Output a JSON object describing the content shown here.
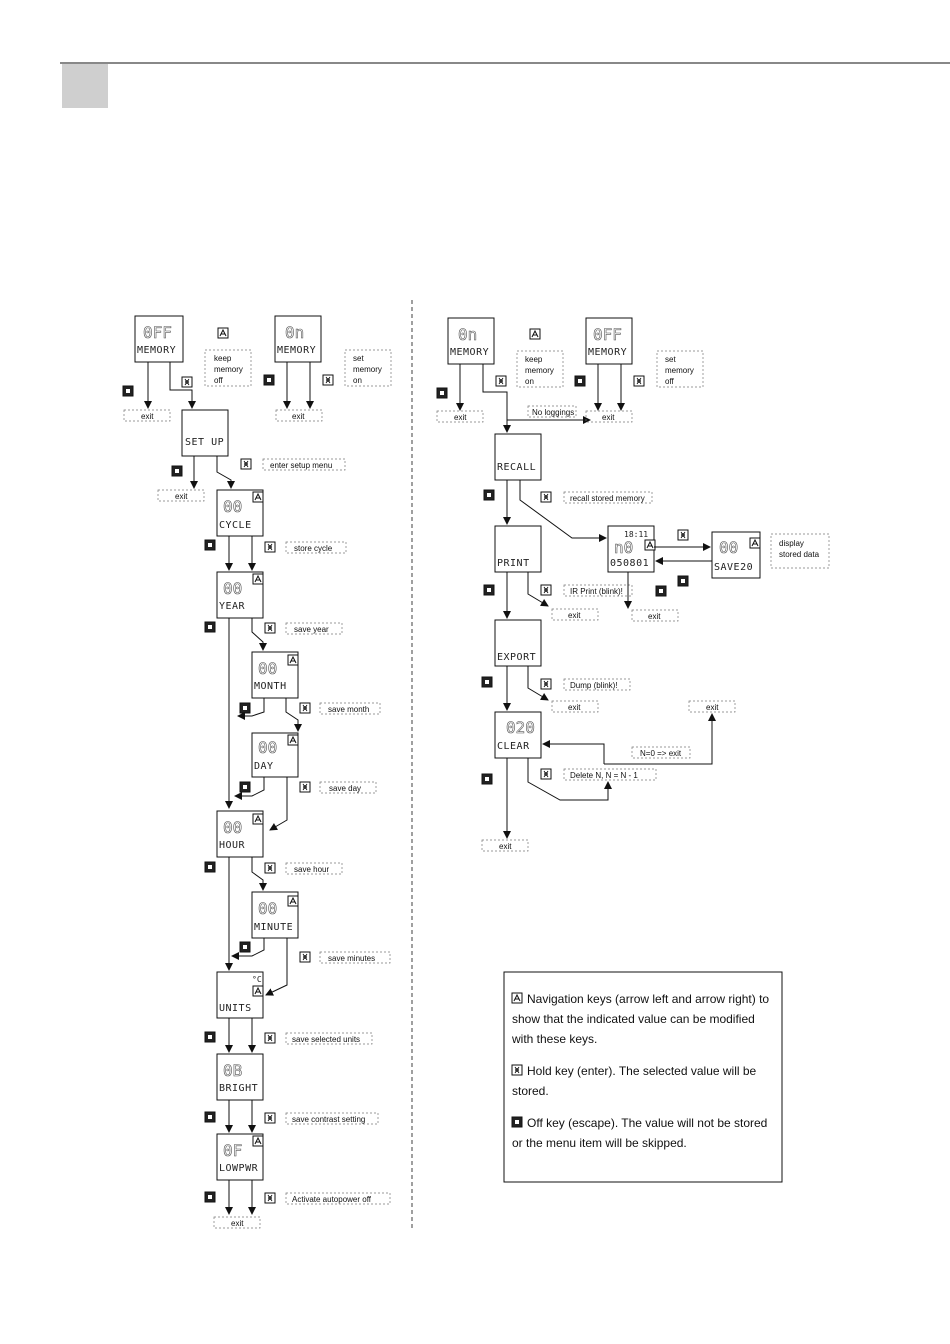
{
  "nodes": {
    "memory_off": "MEMORY",
    "memory_on": "MEMORY",
    "setup": "SET UP",
    "cycle": "CYCLE",
    "year": "YEAR",
    "month": "MONTH",
    "day": "DAY",
    "hour": "HOUR",
    "minute": "MINUTE",
    "units": "UNITS",
    "units_unit": "°C",
    "bright": "BRIGHT",
    "lowpwr": "LOWPWR",
    "memory_r1": "MEMORY",
    "memory_r2": "MEMORY",
    "recall": "RECALL",
    "print": "PRINT",
    "export": "EXPORT",
    "clear": "CLEAR",
    "log_time": "18:11",
    "log_date": "050801",
    "save20": "SAVE20"
  },
  "labels": {
    "keep_memory_off": [
      "keep",
      "memory",
      "off"
    ],
    "set_memory_on": [
      "set",
      "memory",
      "on"
    ],
    "keep_memory_on": [
      "keep",
      "memory",
      "on"
    ],
    "set_memory_off": [
      "set",
      "memory",
      "off"
    ],
    "exit": "exit",
    "enter_setup_menu": "enter setup menu",
    "store_cycle": "store cycle",
    "save_year": "save year",
    "save_month": "save month",
    "save_day": "save day",
    "save_hour": "save hour",
    "save_minutes": "save  minutes",
    "save_units": "save  selected units",
    "save_contrast": "save  contrast setting",
    "activate_autopower": "Activate autopower off",
    "no_loggings": "No loggings",
    "recall_stored": "recall stored memory",
    "ir_print": "IR Print (blink)!",
    "display_stored": [
      "display",
      "stored data"
    ],
    "dump": "Dump (blink)!",
    "n0_exit": "N=0 => exit",
    "delete_n": "Delete N,  N = N - 1"
  },
  "legend": {
    "nav_lines": [
      "Navigation keys (arrow left and arrow right) to",
      "show that the indicated value can be modified",
      "with these keys."
    ],
    "hold_lines": [
      "Hold key (enter). The selected value will be",
      "stored."
    ],
    "off_lines": [
      "Off key (escape). The value will not be stored",
      "or the menu item will be skipped."
    ]
  },
  "icons": {
    "nav_key": "nav-key-icon",
    "hold_key": "hold-key-icon",
    "off_key": "off-key-icon"
  }
}
